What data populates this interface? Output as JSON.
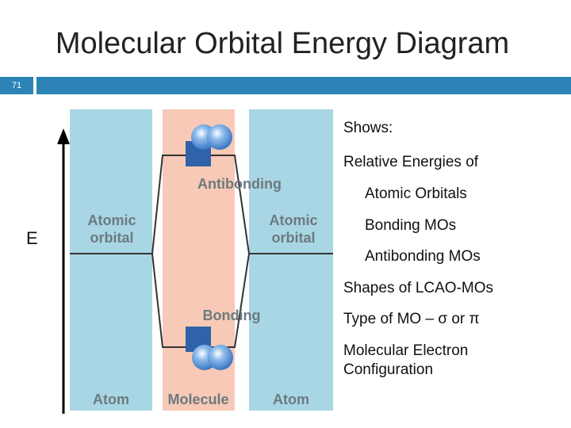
{
  "slide": {
    "title": "Molecular Orbital Energy Diagram",
    "number": "71",
    "accent_color": "#2b84b5"
  },
  "diagram": {
    "axis_label": "E",
    "left_column_label": "Atom",
    "center_column_label": "Molecule",
    "right_column_label": "Atom",
    "left_orbital_label_line1": "Atomic",
    "left_orbital_label_line2": "orbital",
    "right_orbital_label_line1": "Atomic",
    "right_orbital_label_line2": "orbital",
    "antibonding_label": "Antibonding",
    "bonding_label": "Bonding",
    "colors": {
      "atom_column": "#a9d6e4",
      "molecule_column": "#f7c9b6",
      "label_text": "#6c7a80",
      "nucleus": "#2f62a8",
      "orbital_lobe": "#5c9ce0"
    }
  },
  "bullets": {
    "item1": "Shows:",
    "item2": "Relative Energies of",
    "item3": "Atomic Orbitals",
    "item4": "Bonding MOs",
    "item5": "Antibonding MOs",
    "item6": "Shapes of LCAO-MOs",
    "item7": "Type of MO – σ or π",
    "item8": "Molecular Electron Configuration"
  }
}
